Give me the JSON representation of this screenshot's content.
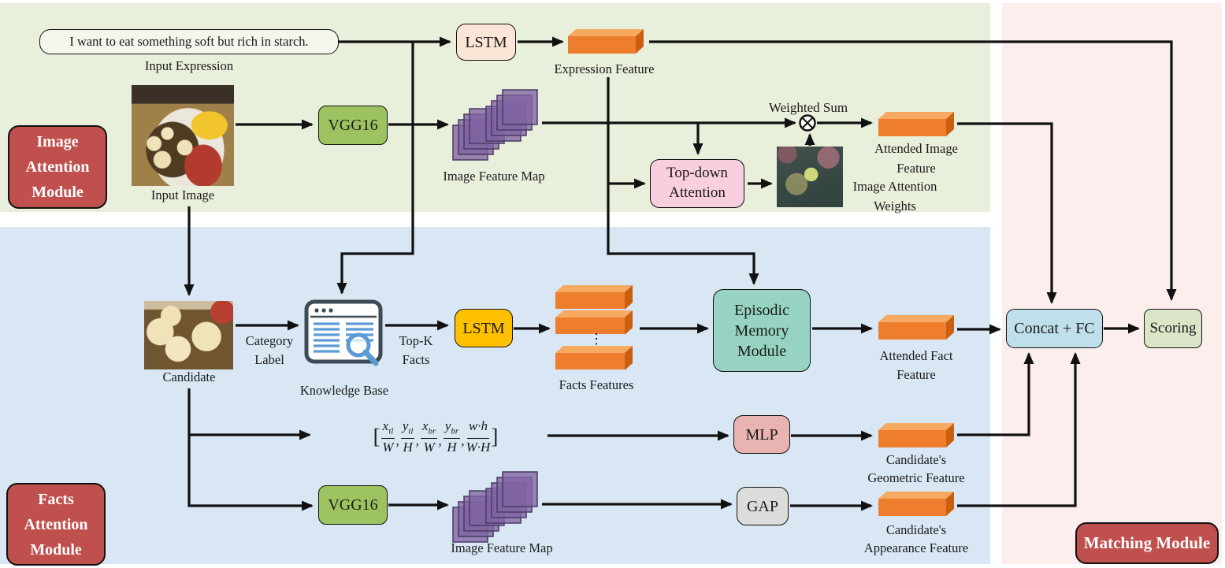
{
  "nodes": {
    "input_expression": {
      "text": "I want to eat something soft but rich in starch.",
      "label": "Input Expression"
    },
    "input_image": {
      "label": "Input Image"
    },
    "vgg16_top": {
      "label": "VGG16"
    },
    "lstm_top": {
      "label": "LSTM"
    },
    "expression_feature": {
      "label": "Expression Feature"
    },
    "image_feature_map_top": {
      "label": "Image Feature Map"
    },
    "weighted_sum": {
      "label": "Weighted Sum"
    },
    "top_down_attention": {
      "line1": "Top-down",
      "line2": "Attention"
    },
    "image_attention_weights": {
      "line1": "Image Attention",
      "line2": "Weights"
    },
    "attended_image_feature": {
      "line1": "Attended Image",
      "line2": "Feature"
    },
    "image_attention_module": {
      "line1": "Image",
      "line2": "Attention",
      "line3": "Module"
    },
    "candidate": {
      "label": "Candidate"
    },
    "category_label": {
      "line1": "Category",
      "line2": "Label"
    },
    "knowledge_base": {
      "label": "Knowledge Base"
    },
    "top_k_facts": {
      "line1": "Top-K",
      "line2": "Facts"
    },
    "lstm_facts": {
      "label": "LSTM"
    },
    "facts_features": {
      "label": "Facts Features",
      "ellipsis": "⋮"
    },
    "episodic_memory_module": {
      "line1": "Episodic",
      "line2": "Memory",
      "line3": "Module"
    },
    "attended_fact_feature": {
      "line1": "Attended Fact",
      "line2": "Feature"
    },
    "concat_fc": {
      "label": "Concat + FC"
    },
    "scoring": {
      "label": "Scoring"
    },
    "mlp": {
      "label": "MLP"
    },
    "geometric_feature": {
      "line1": "Candidate's",
      "line2": "Geometric Feature"
    },
    "vgg16_candidate": {
      "label": "VGG16"
    },
    "image_feature_map_candidate": {
      "label": "Image Feature Map"
    },
    "gap": {
      "label": "GAP"
    },
    "appearance_feature": {
      "line1": "Candidate's",
      "line2": "Appearance Feature"
    },
    "facts_attention_module": {
      "line1": "Facts",
      "line2": "Attention",
      "line3": "Module"
    },
    "matching_module": {
      "label": "Matching Module"
    }
  },
  "formula": {
    "open": "[",
    "close": "]",
    "comma": ",",
    "terms": [
      {
        "n": "x",
        "s": "tl",
        "d": "W"
      },
      {
        "n": "y",
        "s": "tl",
        "d": "H"
      },
      {
        "n": "x",
        "s": "br",
        "d": "W"
      },
      {
        "n": "y",
        "s": "br",
        "d": "H"
      },
      {
        "n": "w·h",
        "s": "",
        "d": "W·H"
      }
    ]
  },
  "colors": {
    "image_module_bg": "#e8efdb",
    "facts_module_bg": "#d9e7f5",
    "matching_module_bg": "#fceeec",
    "module_box": "#c0504d",
    "vgg": "#9dc360",
    "lstm_expression": "#fbe5d6",
    "lstm_facts": "#ffc000",
    "top_down_attention": "#f9cfe0",
    "episodic_memory": "#96d3c2",
    "mlp": "#e8b3b0",
    "gap": "#dcdcda",
    "concat_fc": "#bfe0ea",
    "scoring": "#dbe5c7",
    "feature_bar": "#ee7d2e",
    "feature_map": "#8064a2"
  }
}
